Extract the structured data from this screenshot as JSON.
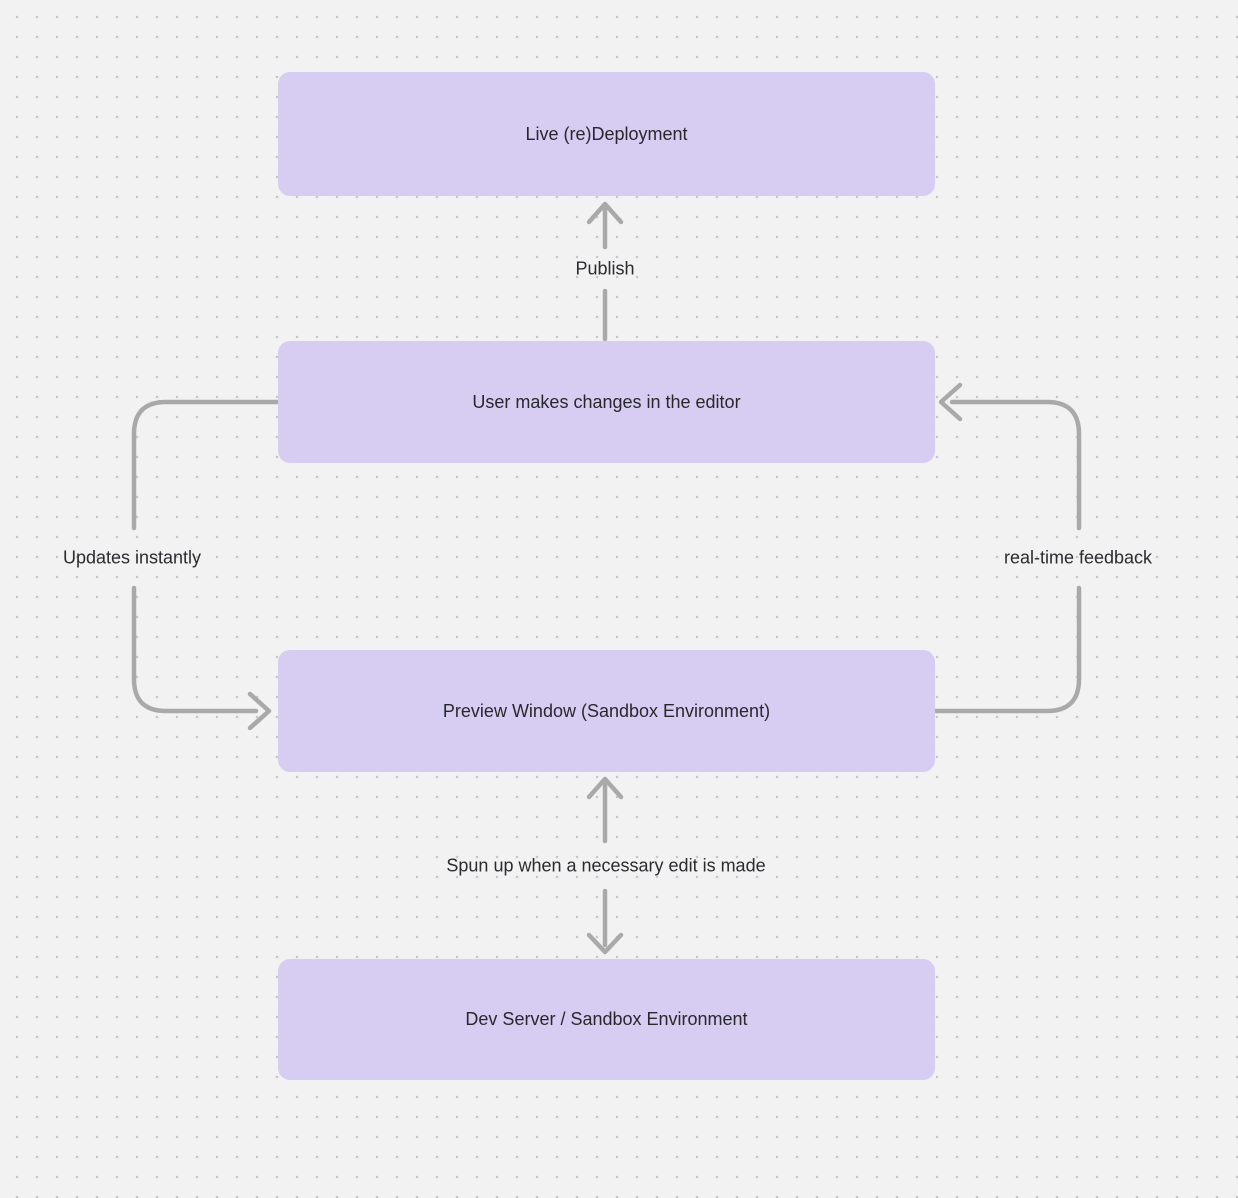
{
  "theme": {
    "canvas-bg": "#f2f2f2",
    "dot-color": "#c6c6c6",
    "node-fill": "#d7cdf3",
    "node-text": "#28282c",
    "arrow-color": "#a9a9a9",
    "label-text": "#2b2b30"
  },
  "nodes": [
    {
      "id": "live-redeployment",
      "label": "Live (re)Deployment"
    },
    {
      "id": "user-editor",
      "label": "User makes changes in the editor"
    },
    {
      "id": "preview-window",
      "label": "Preview Window (Sandbox Environment)"
    },
    {
      "id": "dev-server",
      "label": "Dev Server / Sandbox Environment"
    }
  ],
  "edges": [
    {
      "id": "publish",
      "label": "Publish",
      "from": "user-editor",
      "to": "live-redeployment",
      "direction": "up"
    },
    {
      "id": "updates-instantly",
      "label": "Updates instantly",
      "from": "user-editor",
      "to": "preview-window",
      "direction": "down-left-loop"
    },
    {
      "id": "real-time-feedback",
      "label": "real-time feedback",
      "from": "preview-window",
      "to": "user-editor",
      "direction": "up-right-loop"
    },
    {
      "id": "spun-up",
      "label": "Spun up when a necessary edit is made",
      "from": "preview-window",
      "to": "dev-server",
      "direction": "bidirectional"
    }
  ]
}
